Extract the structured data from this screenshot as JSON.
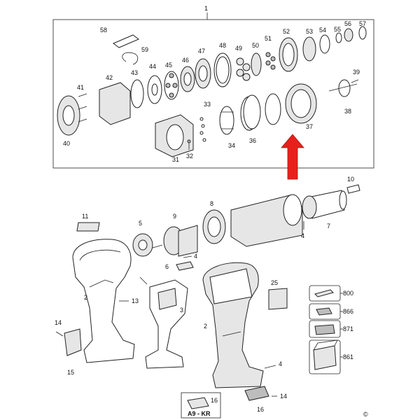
{
  "callouts": {
    "assembly": "1",
    "p2a": "2",
    "p2b": "2",
    "p3": "3",
    "p4a": "4",
    "p4b": "4",
    "p4c": "4",
    "p5": "5",
    "p6": "6",
    "p7": "7",
    "p8": "8",
    "p9": "9",
    "p10": "10",
    "p11": "11",
    "p13": "13",
    "p14a": "14",
    "p14b": "14",
    "p15": "15",
    "p16a": "16",
    "p16b": "16",
    "p25": "25",
    "p31": "31",
    "p32": "32",
    "p33": "33",
    "p34": "34",
    "p36": "36",
    "p37": "37",
    "p38": "38",
    "p39": "39",
    "p40": "40",
    "p41": "41",
    "p42": "42",
    "p43": "43",
    "p44": "44",
    "p45": "45",
    "p46": "46",
    "p47": "47",
    "p48": "48",
    "p49": "49",
    "p50": "50",
    "p51": "51",
    "p52": "52",
    "p53": "53",
    "p54": "54",
    "p55": "55",
    "p56": "56",
    "p57": "57",
    "p58": "58",
    "p59": "59"
  },
  "accessories": {
    "a800": "800",
    "a866": "866",
    "a871": "871",
    "a861": "861"
  },
  "kit_label": "A9 - KR",
  "copyright": "©",
  "colors": {
    "arrow": "#e8201c",
    "line": "#222222"
  }
}
